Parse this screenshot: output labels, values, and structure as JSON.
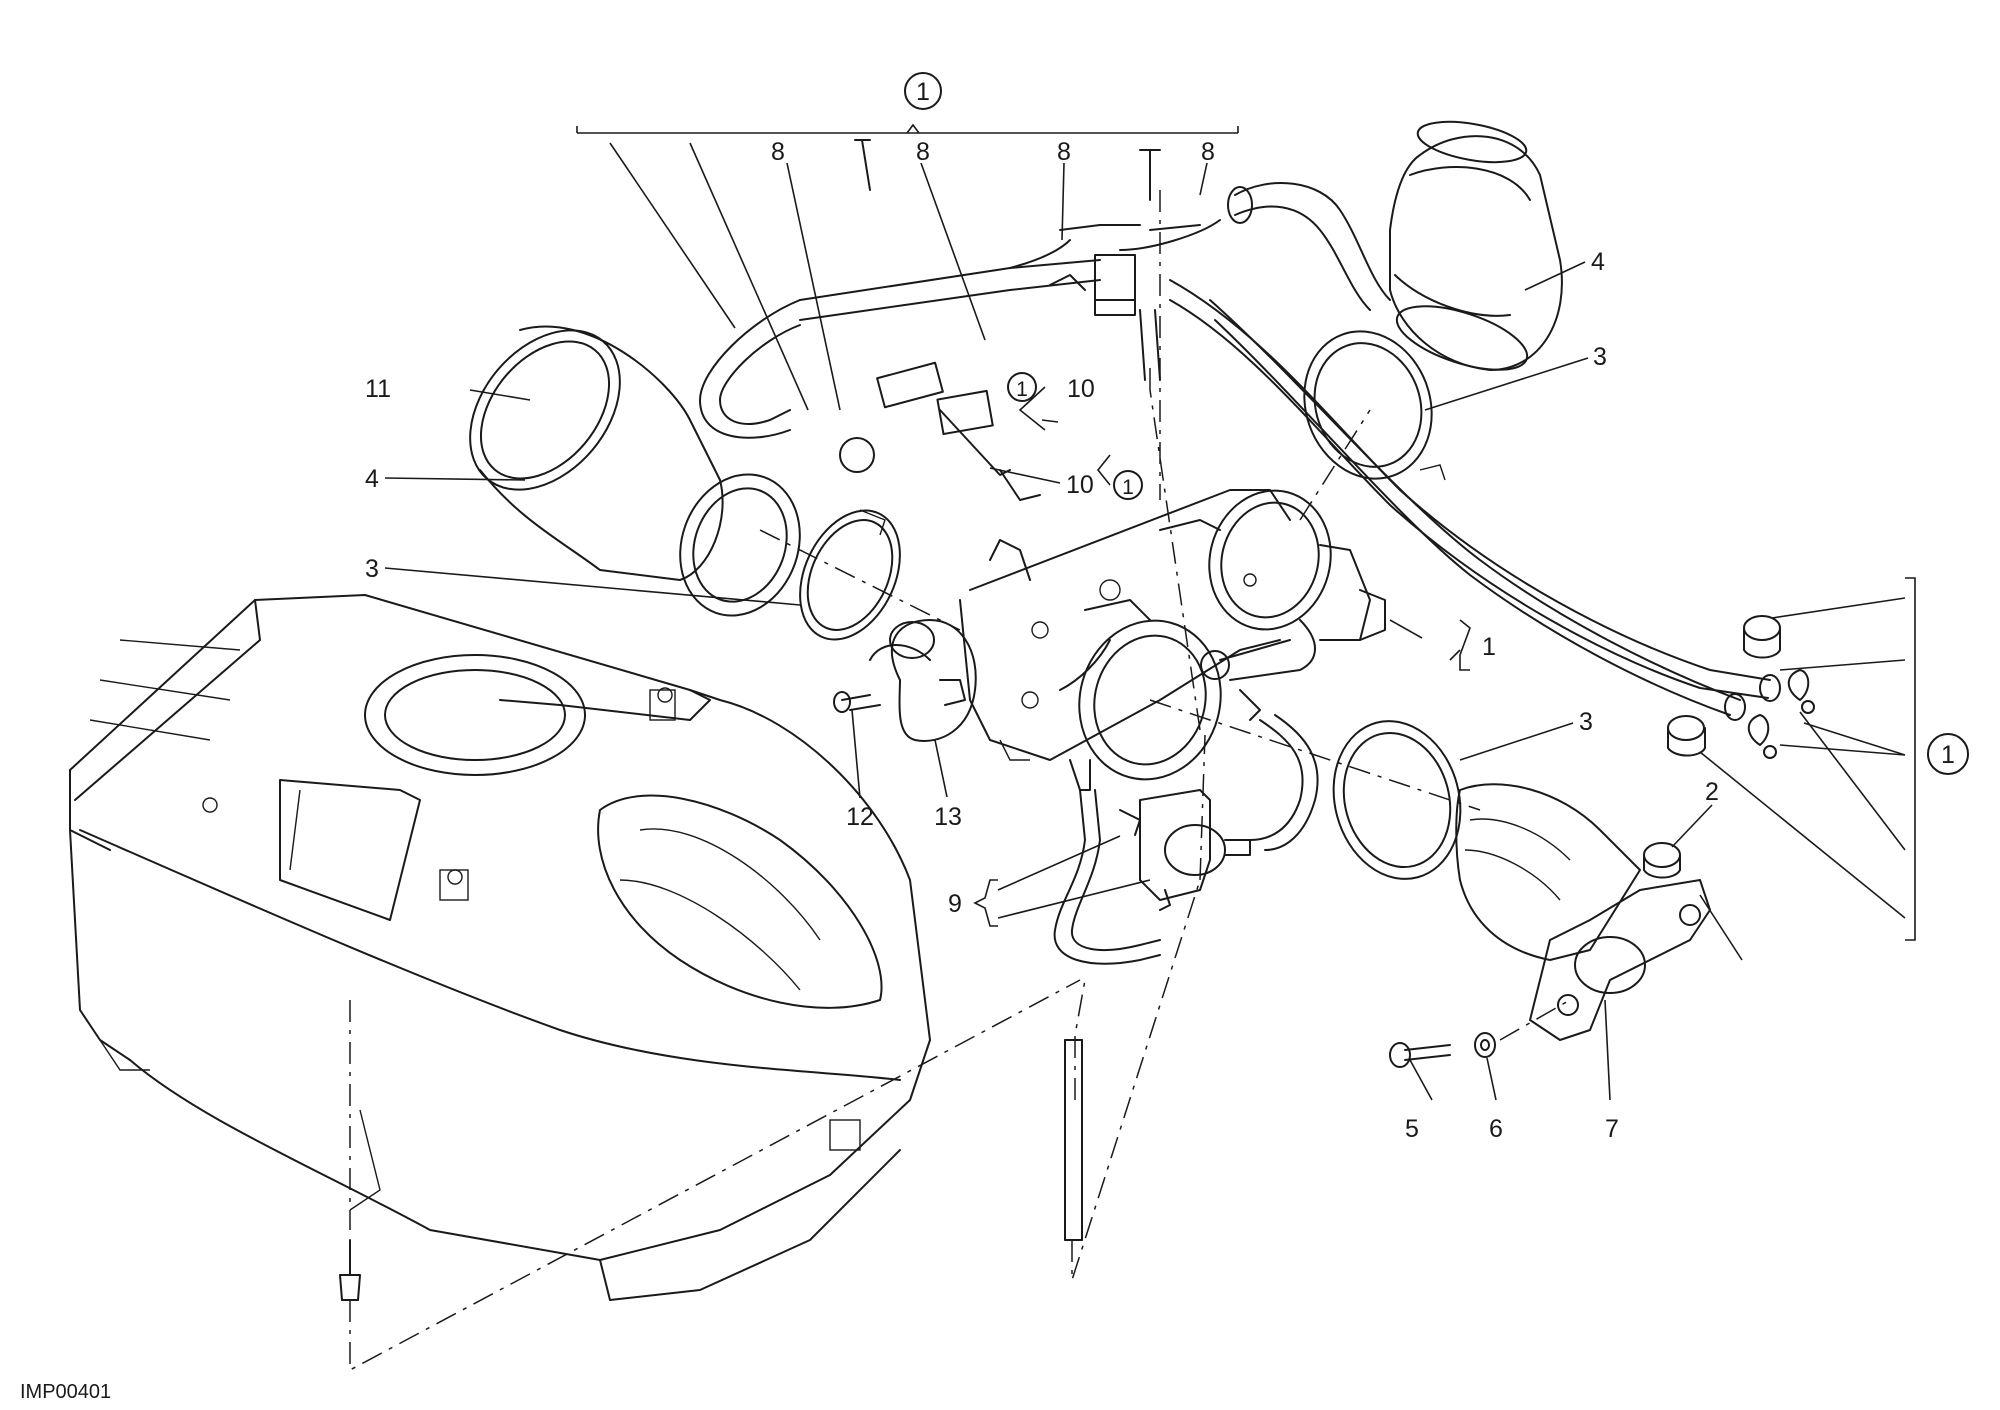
{
  "diagram_code": "IMP00401",
  "labels": {
    "top_group": "1",
    "side_group": "1",
    "small_group_a": "1",
    "small_group_b": "1",
    "throttle_body": "1",
    "p2": "2",
    "p3_left": "3",
    "p3_right_top": "3",
    "p3_right_mid": "3",
    "p4_left": "4",
    "p4_right": "4",
    "p5": "5",
    "p6": "6",
    "p7": "7",
    "p8_a": "8",
    "p8_b": "8",
    "p8_c": "8",
    "p8_d": "8",
    "p9": "9",
    "p10_a": "10",
    "p10_b": "10",
    "p11": "11",
    "p12": "12",
    "p13": "13"
  }
}
